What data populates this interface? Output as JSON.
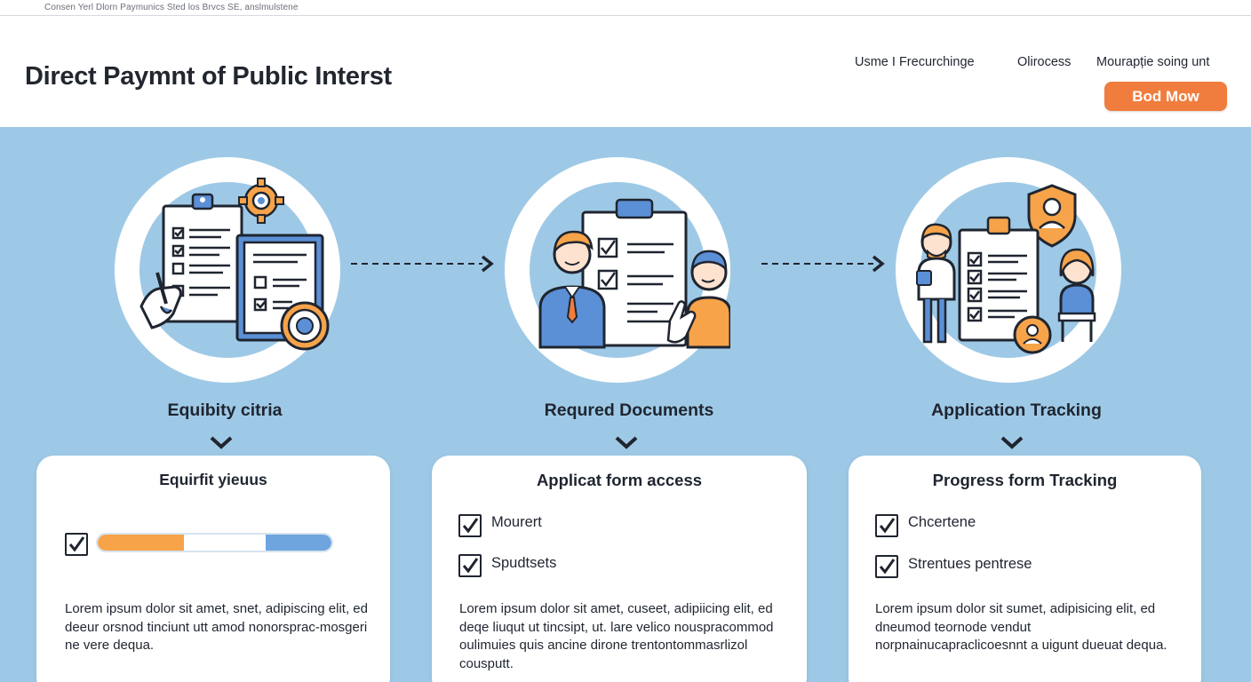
{
  "top_bar": {
    "text": "Consen Yerl Dlorn Paymunics Sted los Brvcs SE, anslmulstene"
  },
  "header": {
    "title": "Direct Paymnt of Public Interst",
    "nav": [
      "Usme I Frecurchinge",
      "Olirocess",
      "Mourapție soing unt"
    ],
    "cta_label": "Bod Mow"
  },
  "colors": {
    "band": "#9ec9e6",
    "accent_orange": "#f07d3e",
    "icon_blue": "#5b8fd6",
    "text": "#1f2530"
  },
  "steps": [
    {
      "title": "Equibity citria",
      "icon": "checklist-documents-gear-icon",
      "card": {
        "title": "Equirfit yieuus",
        "progress": {
          "segments": [
            0.37,
            0.35,
            0.28
          ]
        },
        "checked": true,
        "description": "Lorem ipsum dolor sit amet, snet, adipiscing elit, ed deeur orsnod tinciunt utt amod nonorsprac-mosgeri ne vere dequa."
      }
    },
    {
      "title": "Requred Documents",
      "icon": "people-clipboard-icon",
      "card": {
        "title": "Applicat form access",
        "items": [
          {
            "label": "Mourert",
            "checked": true
          },
          {
            "label": "Spudtsets",
            "checked": true
          }
        ],
        "description": "Lorem ipsum dolor sit amet, cuseet, adipiicing elit, ed deqe liuqut ut tincsipt, ut. lare velico nouspracommod oulimuies quis ancine dirone trentontommasrlizol cousputt."
      }
    },
    {
      "title": "Application Tracking",
      "icon": "tracking-people-clipboard-icon",
      "card": {
        "title": "Progress form Tracking",
        "items": [
          {
            "label": "Chcertene",
            "checked": true
          },
          {
            "label": "Strentues pentrese",
            "checked": true
          }
        ],
        "description": "Lorem ipsum dolor sit sumet, adipisicing elit, ed dneumod teornode vendut norpnainucapraclicoesnnt a uigunt dueuat dequa."
      }
    }
  ]
}
